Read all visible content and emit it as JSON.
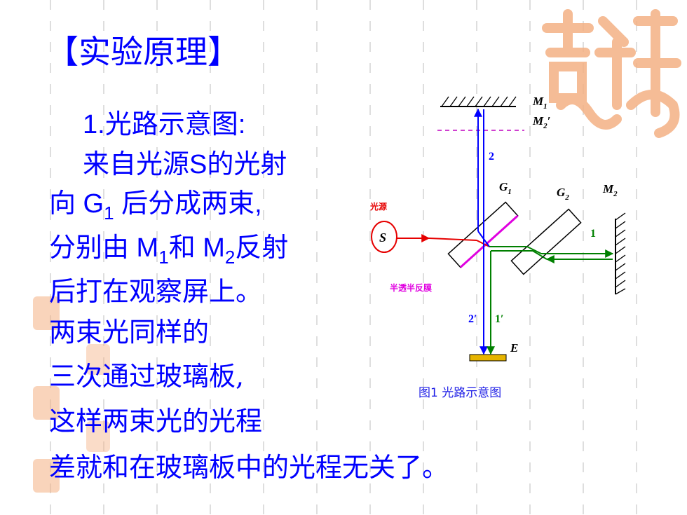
{
  "title": "【实验原理】",
  "body": {
    "heading": "1.光路示意图:",
    "line1": "来自光源S的光射",
    "line2_prefix": "向 G",
    "line2_sub": "1",
    "line2_suffix": " 后分成两束,",
    "line3_a": "分别由 M",
    "line3_sub1": "1",
    "line3_b": "和 M",
    "line3_sub2": "2",
    "line3_c": "反射",
    "line4": "后打在观察屏上。",
    "line5": "两束光同样的",
    "line6": "三次通过玻璃板,",
    "line7": "这样两束光的光程",
    "line8": "差就和在玻璃板中的光程无关了。"
  },
  "diagram": {
    "caption": "图1 光路示意图",
    "labels": {
      "m1": "M",
      "m1_sub": "1",
      "m2prime": "M",
      "m2prime_sub": "2",
      "m2prime_mark": "′",
      "m2": "M",
      "m2_sub": "2",
      "g1": "G",
      "g1_sub": "1",
      "g2": "G",
      "g2_sub": "2",
      "source_label": "光源",
      "source_symbol": "S",
      "half_mirror": "半透半反膜",
      "beam1": "1",
      "beam2": "2",
      "beam1prime": "1′",
      "beam2prime": "2′",
      "screen": "E"
    },
    "colors": {
      "beam_blue": "#0000ff",
      "beam_green": "#008000",
      "source_red": "#e60000",
      "film_magenta": "#e000e0",
      "label_magenta": "#e000e0",
      "screen_gold": "#e6b400"
    }
  },
  "decor": {
    "watermark_color": "#f4b184",
    "grid_color": "#c8c8c8"
  }
}
